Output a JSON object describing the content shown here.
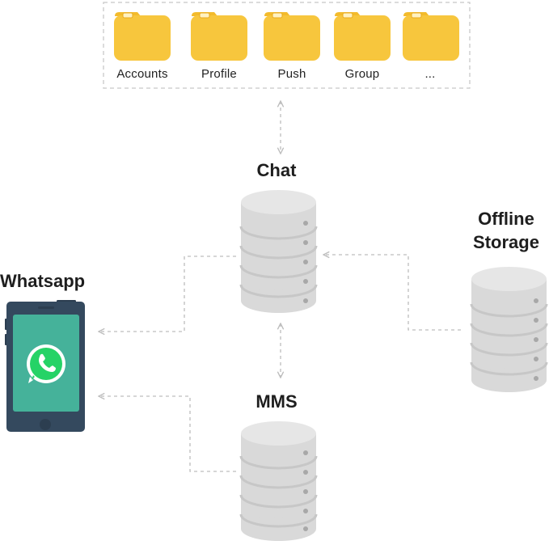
{
  "folders": [
    {
      "label": "Accounts"
    },
    {
      "label": "Profile"
    },
    {
      "label": "Push"
    },
    {
      "label": "Group"
    },
    {
      "label": "..."
    }
  ],
  "nodes": {
    "chat": {
      "label": "Chat"
    },
    "mms": {
      "label": "MMS"
    },
    "whatsapp": {
      "label": "Whatsapp"
    },
    "offline_storage": {
      "label_line1": "Offline",
      "label_line2": "Storage"
    }
  },
  "colors": {
    "folder_yellow": "#f7c63d",
    "folder_tab": "#f3bb2c",
    "db_top": "#e6e6e6",
    "db_body": "#d9d9d9",
    "db_band": "#c7c7c7",
    "db_dot": "#a8a8a8",
    "phone_body": "#34495e",
    "phone_screen": "#45b29a",
    "whatsapp_green": "#25d366",
    "connector": "#bdbdbd"
  },
  "icons": [
    "folder-icon",
    "database-icon",
    "phone-icon",
    "whatsapp-icon"
  ]
}
